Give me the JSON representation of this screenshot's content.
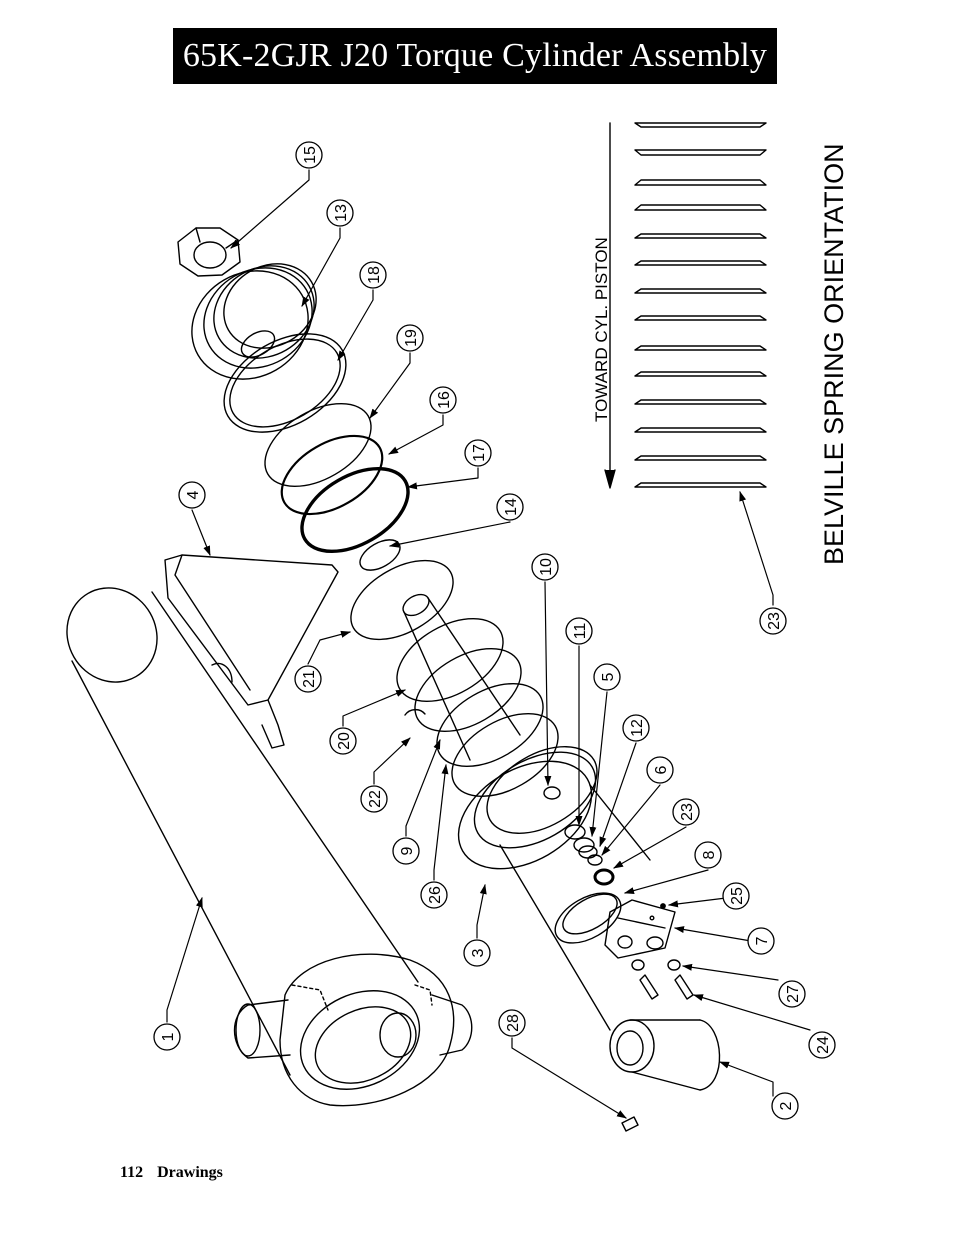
{
  "title": "65K-2GJR J20 Torque Cylinder Assembly",
  "footer": {
    "page_number": "112",
    "section": "Drawings"
  },
  "spring_orientation": {
    "heading": "BELVILLE SPRING ORIENTATION",
    "direction_label": "TOWARD CYL. PISTON"
  },
  "part_callouts": [
    "15",
    "13",
    "18",
    "19",
    "16",
    "17",
    "14",
    "4",
    "21",
    "20",
    "22",
    "9",
    "26",
    "3",
    "1",
    "10",
    "11",
    "5",
    "12",
    "6",
    "23",
    "8",
    "25",
    "7",
    "27",
    "24",
    "28",
    "2",
    "23"
  ],
  "colors": {
    "ink": "#000000",
    "paper": "#ffffff",
    "title_bg": "#000000",
    "title_fg": "#ffffff"
  }
}
